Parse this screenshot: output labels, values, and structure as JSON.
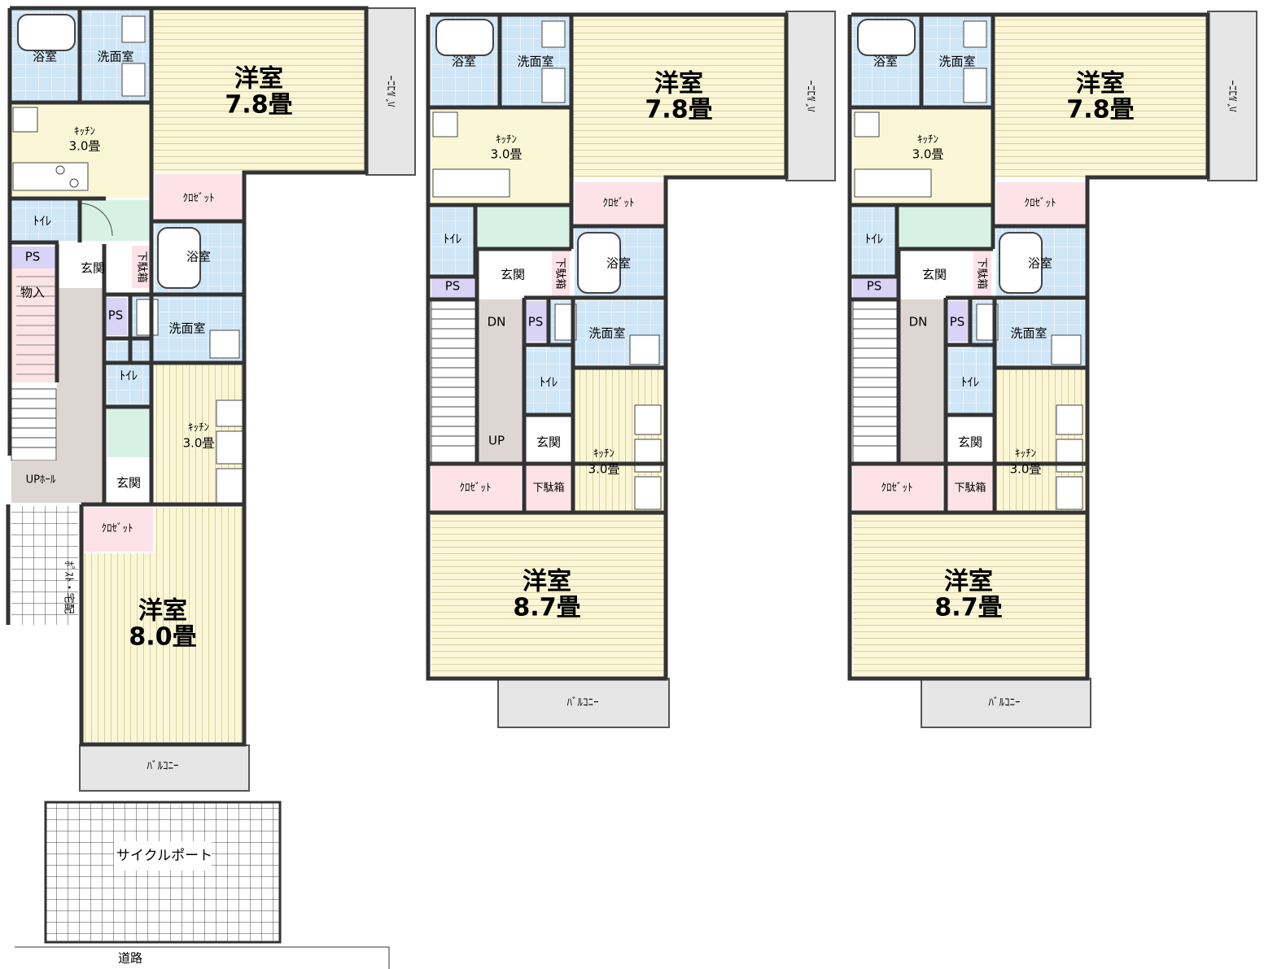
{
  "colors": {
    "western": "#fbf7d6",
    "wet": "#cfe6f7",
    "kitchen": "#fbf7d6",
    "closet": "#fde3e8",
    "ps": "#d9d4f5",
    "hall": "#ded6d3",
    "entry": "#d7f2e4",
    "balcony": "#e6e6e6",
    "storage": "#fbe3e6"
  },
  "labels": {
    "bath": "浴室",
    "washroom": "洗面室",
    "western": "洋室",
    "size_78": "7.8畳",
    "size_87": "8.7畳",
    "size_80": "8.0畳",
    "kitchen": "ｷｯﾁﾝ",
    "size_30": "3.0畳",
    "closet": "ｸﾛｾﾞｯﾄ",
    "balcony": "ﾊﾞﾙｺﾆｰ",
    "toilet": "ﾄｲﾚ",
    "ps": "PS",
    "entrance": "玄関",
    "shoebox": "下駄箱",
    "storage": "物入",
    "up_hall": "UPﾎｰﾙ",
    "post": "ﾎﾟｽﾄ・宅配",
    "dn": "DN",
    "up": "UP",
    "cycle_port": "サイクルポート",
    "road": "道路"
  }
}
